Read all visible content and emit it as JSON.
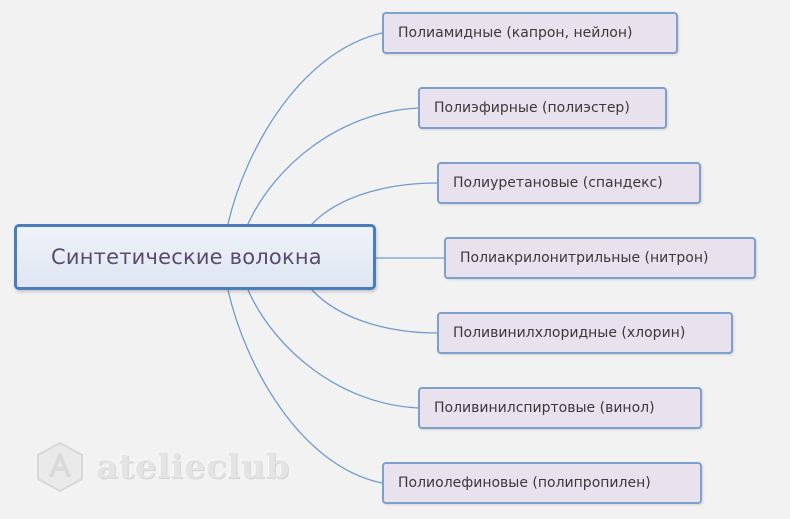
{
  "diagram": {
    "central_topic": "Синтетические волокна",
    "branches": [
      "Полиамидные (капрон, нейлон)",
      "Полиэфирные (полиэстер)",
      "Полиуретановые (спандекс)",
      "Полиакрилонитрильные (нитрон)",
      "Поливинилхлоридные (хлорин)",
      "Поливинилспиртовые (винол)",
      "Полиолефиновые (полипропилен)"
    ],
    "colors": {
      "background": "#f2f2f2",
      "central_border": "#4a7ebb",
      "central_text": "#5a4a6e",
      "branch_fill": "#e8e2ee",
      "branch_border": "#7f9fcd",
      "connector": "#6f9bd1"
    }
  },
  "watermark": {
    "text": "atelieclub"
  }
}
